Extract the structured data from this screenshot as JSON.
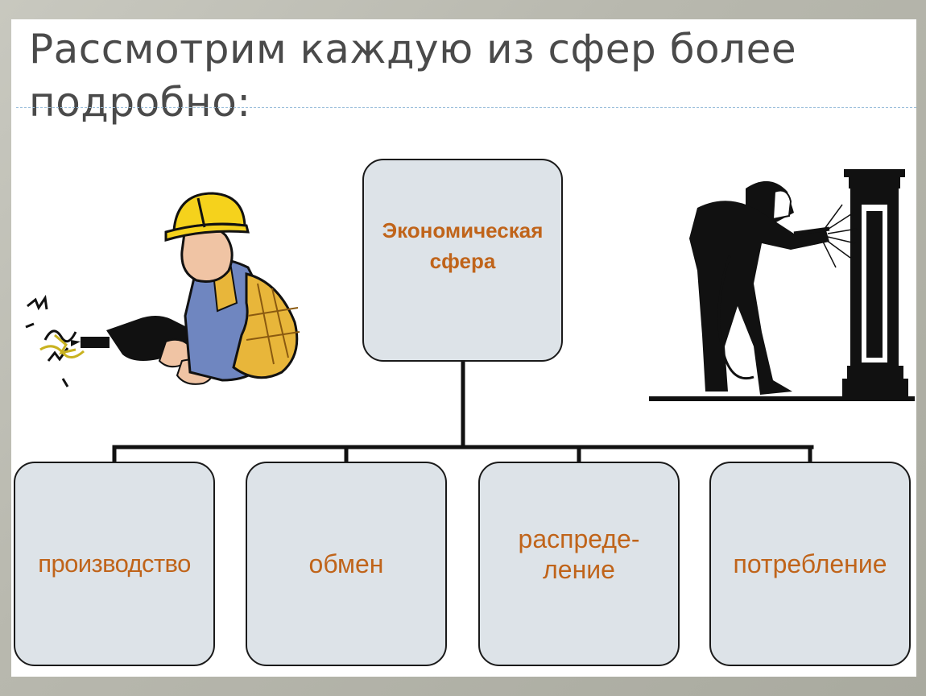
{
  "slide": {
    "title": "Рассмотрим каждую из сфер более подробно:"
  },
  "diagram": {
    "root": {
      "label_line1": "Экономическая",
      "label_line2": "сфера"
    },
    "children": [
      {
        "label_line1": "производство",
        "label_line2": ""
      },
      {
        "label_line1": "обмен",
        "label_line2": ""
      },
      {
        "label_line1": "распреде-",
        "label_line2": "ление"
      },
      {
        "label_line1": "потребление",
        "label_line2": ""
      }
    ],
    "colors": {
      "box_fill": "#dde3e8",
      "box_border": "#1a1a1a",
      "label_text": "#c0641a",
      "connector": "#111111",
      "title_text": "#4a4a4a"
    }
  },
  "illustrations": {
    "left": "worker-with-drill-icon",
    "right": "welder-icon"
  }
}
